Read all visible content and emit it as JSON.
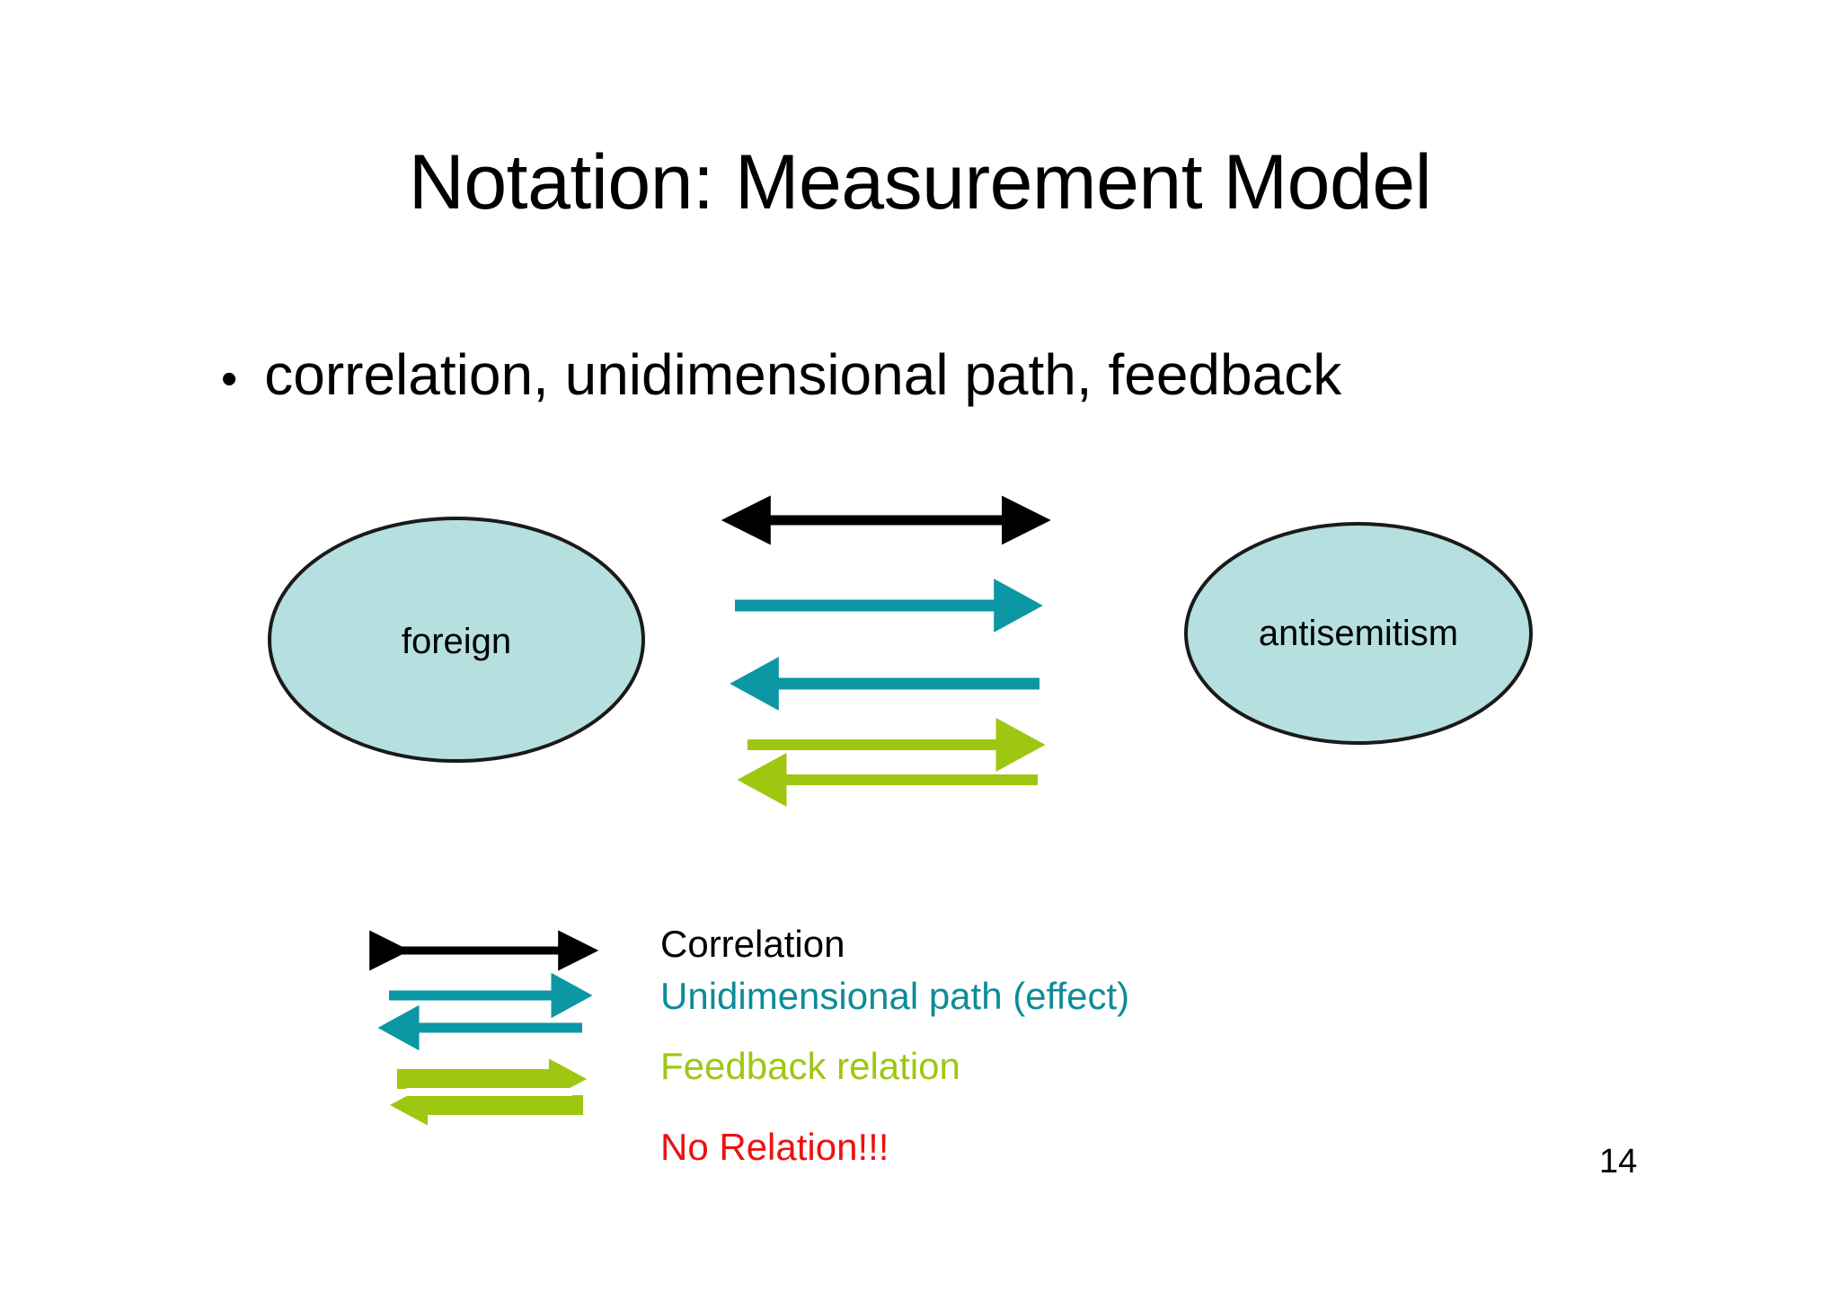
{
  "slide": {
    "title": "Notation: Measurement Model",
    "page_number": "14",
    "background_color": "#ffffff"
  },
  "bullet": {
    "marker": "•",
    "text": "correlation, unidimensional path, feedback"
  },
  "diagram": {
    "nodes": [
      {
        "id": "foreign",
        "label": "foreign",
        "fill": "#b6dfdf",
        "stroke": "#1a1a1a"
      },
      {
        "id": "antisemitism",
        "label": "antisemitism",
        "fill": "#b6dfdf",
        "stroke": "#1a1a1a"
      }
    ],
    "connectors": [
      {
        "id": "correlation",
        "style": "double-headed",
        "color": "#000000",
        "meaning": "Correlation"
      },
      {
        "id": "path-forward",
        "style": "single-headed-right",
        "color": "#0b97a3",
        "meaning": "Unidimensional path (effect)"
      },
      {
        "id": "path-backward",
        "style": "single-headed-left",
        "color": "#0b97a3",
        "meaning": "Unidimensional path (effect)"
      },
      {
        "id": "feedback-forward",
        "style": "single-headed-right",
        "color": "#9ec712",
        "meaning": "Feedback relation"
      },
      {
        "id": "feedback-backward",
        "style": "single-headed-left",
        "color": "#9ec712",
        "meaning": "Feedback relation"
      }
    ]
  },
  "legend": {
    "entries": [
      {
        "key": "correlation",
        "label": "Correlation",
        "color": "#000000",
        "arrow": "double-headed"
      },
      {
        "key": "unidim",
        "label": "Unidimensional path (effect)",
        "color": "#0d8c97",
        "arrow": "single-headed-pair"
      },
      {
        "key": "feedback",
        "label": "Feedback relation",
        "color": "#9ec712",
        "arrow": "feedback-pair"
      },
      {
        "key": "norelation",
        "label": "No Relation!!!",
        "color": "#ee1111",
        "arrow": "none"
      }
    ]
  },
  "colors": {
    "black": "#000000",
    "teal": "#0b97a3",
    "teal_text": "#0d8c97",
    "green": "#9ec712",
    "red": "#ee1111",
    "ellipse_fill": "#b6dfdf"
  }
}
